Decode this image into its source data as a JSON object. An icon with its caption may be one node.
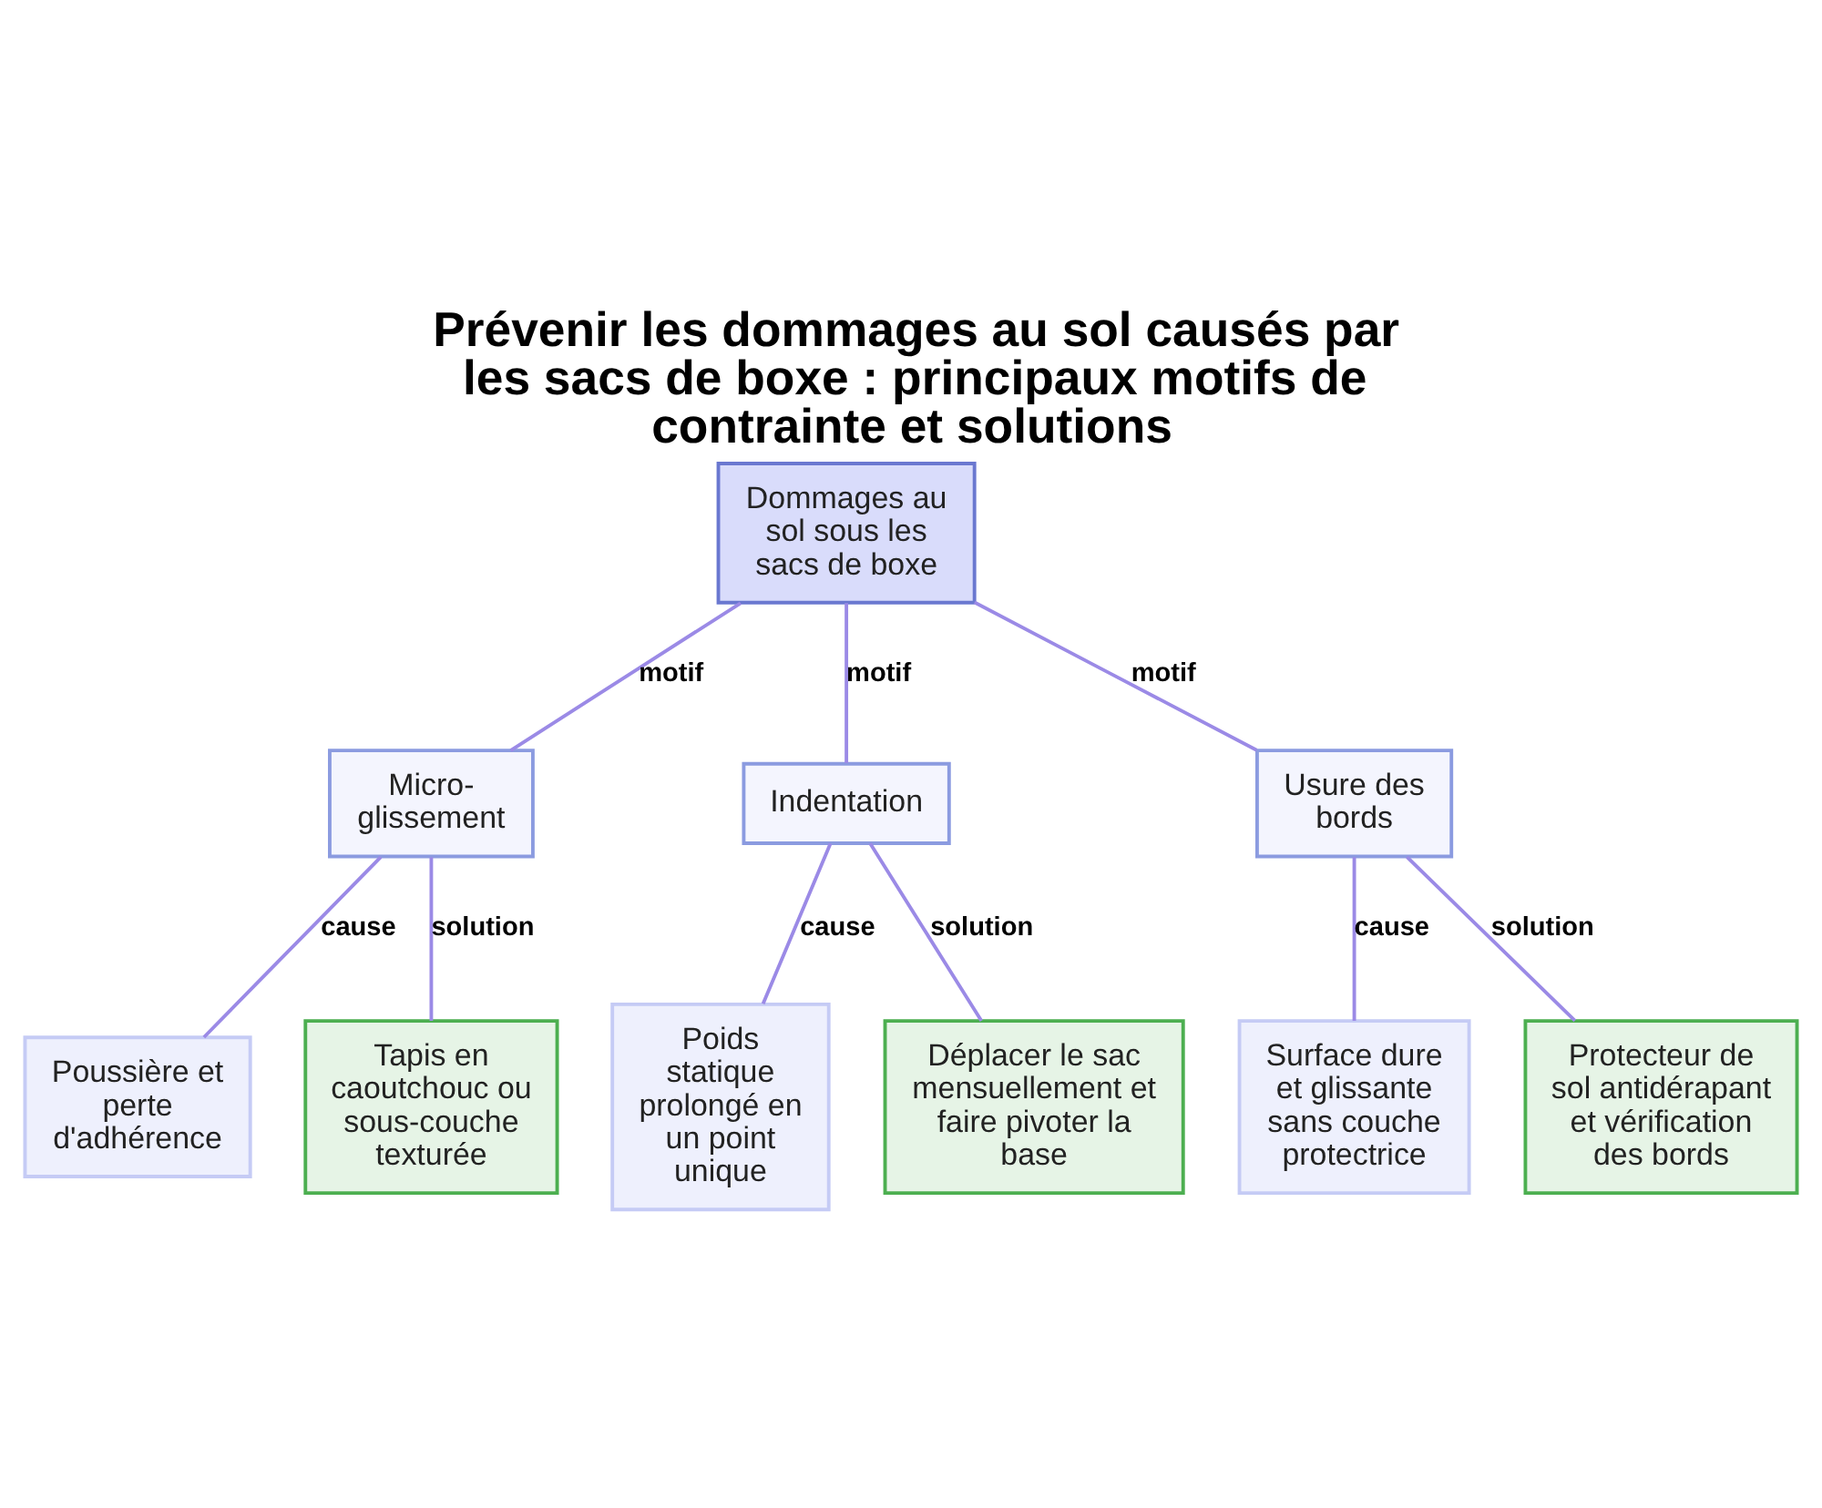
{
  "diagram": {
    "title": "Prévenir les dommages au sol causés par les sacs de boxe : principaux motifs de contrainte et solutions",
    "nodes": [
      {
        "text": [
          "Dommages au sol sous les sacs de boxe"
        ]
      },
      {
        "text": [
          "Micro-glissement"
        ]
      },
      {
        "text": [
          "Indentation"
        ]
      },
      {
        "text": [
          "Usure des bords"
        ]
      },
      {
        "text": [
          "Poussière et perte d'adhérence"
        ]
      },
      {
        "text": [
          "Tapis en caoutchouc ou sous-couche texturée"
        ]
      },
      {
        "text": [
          "Poids statique prolongé en un point unique"
        ]
      },
      {
        "text": [
          "Déplacer le sac mensuellement et faire pivoter la base"
        ]
      },
      {
        "text": [
          "Surface dure et glissante sans couche protectrice"
        ]
      },
      {
        "text": [
          "Protecteur de sol antidérapant et vérification des bords"
        ]
      }
    ],
    "edges": [
      {
        "from": 0,
        "to": 1,
        "arrow": "none",
        "label": "motif"
      },
      {
        "from": 0,
        "to": 2,
        "arrow": "none",
        "label": "motif"
      },
      {
        "from": 0,
        "to": 3,
        "arrow": "none",
        "label": "motif"
      },
      {
        "from": 1,
        "to": 4,
        "arrow": "none",
        "label": "cause"
      },
      {
        "from": 1,
        "to": 5,
        "arrow": "none",
        "label": "solution"
      },
      {
        "from": 2,
        "to": 6,
        "arrow": "none",
        "label": "cause"
      },
      {
        "from": 2,
        "to": 7,
        "arrow": "none",
        "label": "solution"
      },
      {
        "from": 3,
        "to": 8,
        "arrow": "none",
        "label": "cause"
      },
      {
        "from": 3,
        "to": 9,
        "arrow": "none",
        "label": "solution"
      }
    ]
  }
}
